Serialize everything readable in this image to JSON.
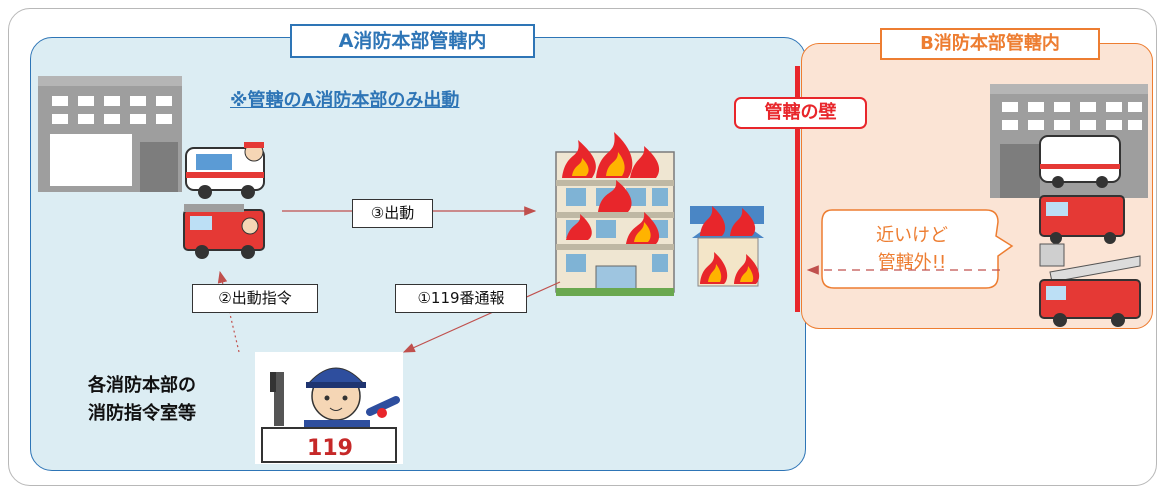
{
  "regions": {
    "a_title": "A消防本部管轄内",
    "b_title": "B消防本部管轄内",
    "a_note": "※管轄のA消防本部のみ出動"
  },
  "wall_label": "管轄の壁",
  "steps": {
    "step1": "①119番通報",
    "step2": "②出動指令",
    "step3": "③出動"
  },
  "dispatch_center": {
    "line1": "各消防本部の",
    "line2": "消防指令室等",
    "console_number": "119"
  },
  "speech_bubble": {
    "line1": "近いけど",
    "line2": "管轄外!!"
  },
  "colors": {
    "region_a_border": "#2e75b6",
    "region_a_fill": "#dcedf3",
    "region_b_border": "#ed7d31",
    "region_b_fill": "#fbe4d5",
    "wall": "#e8262b",
    "arrow": "#c0504d"
  },
  "icons": [
    "fire-station-a-icon",
    "ambulance-icon",
    "fire-engine-icon",
    "burning-building-icon",
    "burning-house-icon",
    "dispatcher-icon",
    "fire-station-b-icon",
    "ladder-truck-icon"
  ]
}
